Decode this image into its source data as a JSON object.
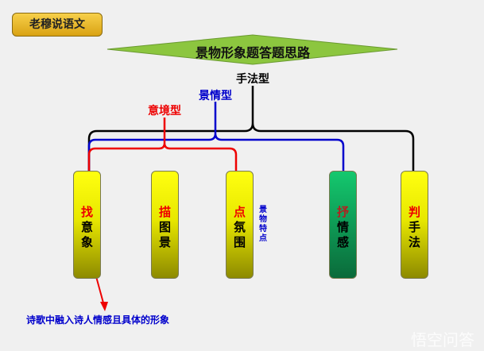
{
  "badge": "老穆说语文",
  "title": "景物形象题答题思路",
  "types": {
    "method": "手法型",
    "scene_emotion": "景情型",
    "imagery": "意境型"
  },
  "boxes": [
    {
      "first": "找",
      "rest": [
        "意",
        "象"
      ]
    },
    {
      "first": "描",
      "rest": [
        "图",
        "景"
      ]
    },
    {
      "first": "点",
      "rest": [
        "氛",
        "围"
      ]
    },
    {
      "first": "抒",
      "rest": [
        "情",
        "感"
      ]
    },
    {
      "first": "判",
      "rest": [
        "手",
        "法"
      ]
    }
  ],
  "side_note": "景物特点",
  "bottom_note": "诗歌中融入诗人情感且具体的形象",
  "watermark": "悟空问答"
}
